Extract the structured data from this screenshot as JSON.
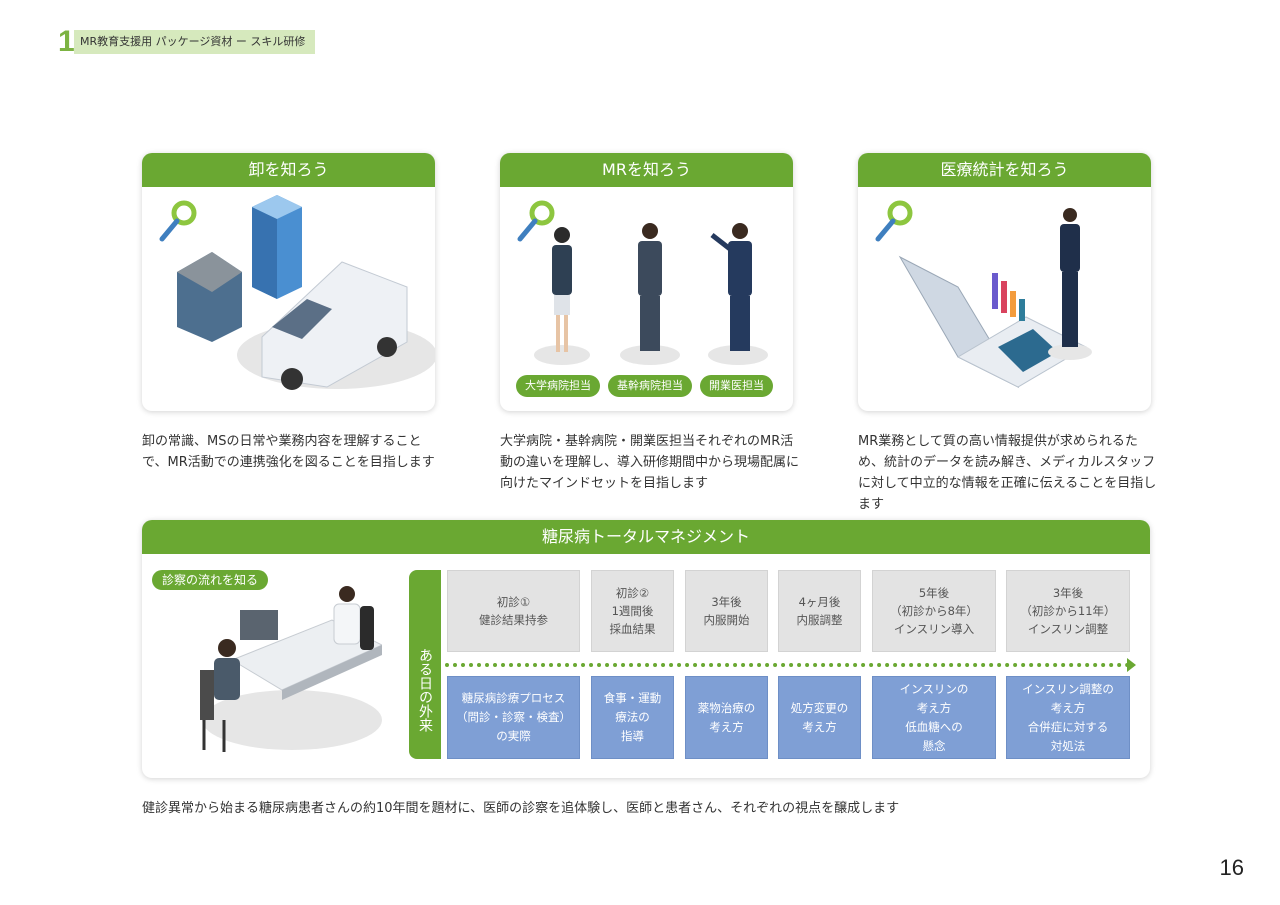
{
  "header": {
    "number": "1",
    "label": "MR教育支援用 パッケージ資材 ー スキル研修"
  },
  "cards": [
    {
      "title": "卸を知ろう",
      "description": "卸の常識、MSの日常や業務内容を理解することで、MR活動での連携強化を図ることを目指します"
    },
    {
      "title": "MRを知ろう",
      "tags": [
        "大学病院担当",
        "基幹病院担当",
        "開業医担当"
      ],
      "description": "大学病院・基幹病院・開業医担当それぞれのMR活動の違いを理解し、導入研修期間中から現場配属に向けたマインドセットを目指します"
    },
    {
      "title": "医療統計を知ろう",
      "description": "MR業務として質の高い情報提供が求められるため、統計のデータを読み解き、メディカルスタッフに対して中立的な情報を正確に伝えることを目指します"
    }
  ],
  "panel": {
    "title": "糖尿病トータルマネジメント",
    "flow_tag": "診察の流れを知る",
    "vertical_label": "ある日の外来",
    "steps": [
      "初診①\n健診結果持参",
      "初診②\n1週間後\n採血結果",
      "3年後\n内服開始",
      "4ヶ月後\n内服調整",
      "5年後\n（初診から8年）\nインスリン導入",
      "3年後\n（初診から11年）\nインスリン調整"
    ],
    "notes": [
      "糖尿病診療プロセス\n（問診・診察・検査）\nの実際",
      "食事・運動\n療法の\n指導",
      "薬物治療の\n考え方",
      "処方変更の\n考え方",
      "インスリンの\n考え方\n低血糖への\n懸念",
      "インスリン調整の\n考え方\n合併症に対する\n対処法"
    ]
  },
  "summary": "健診異常から始まる糖尿病患者さんの約10年間を題材に、医師の診察を追体験し、医師と患者さん、それぞれの視点を醸成します",
  "page_number": "16",
  "colors": {
    "green": "#6aa832",
    "light_green": "#d6e9bd",
    "blue": "#7f9fd5",
    "gray": "#e3e3e3"
  }
}
